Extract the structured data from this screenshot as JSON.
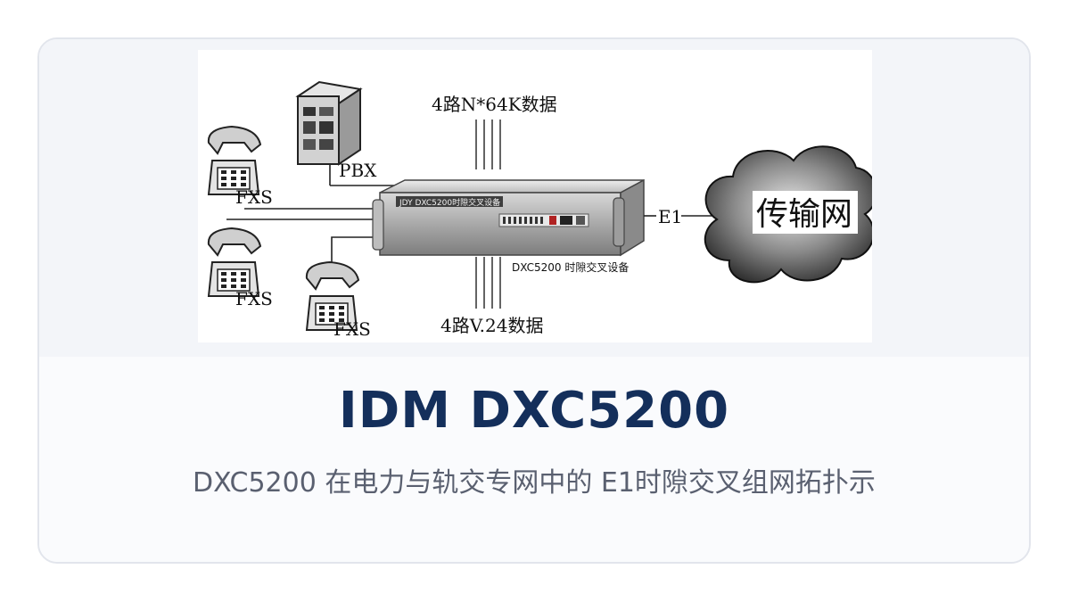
{
  "caption": {
    "title": "IDM DXC5200",
    "subtitle": "DXC5200 在电力与轨交专网中的 E1时隙交叉组网拓扑示"
  },
  "diagram": {
    "top_data_label": "4路N*64K数据",
    "bottom_data_label": "4路V.24数据",
    "pbx_label": "PBX",
    "fxs_label_1": "FXS",
    "fxs_label_2": "FXS",
    "fxs_label_3": "FXS",
    "device_caption": "DXC5200 时隙交叉设备",
    "device_front_label": "JDY DXC5200时隙交叉设备",
    "e1_label": "E1",
    "network_label": "传输网"
  }
}
